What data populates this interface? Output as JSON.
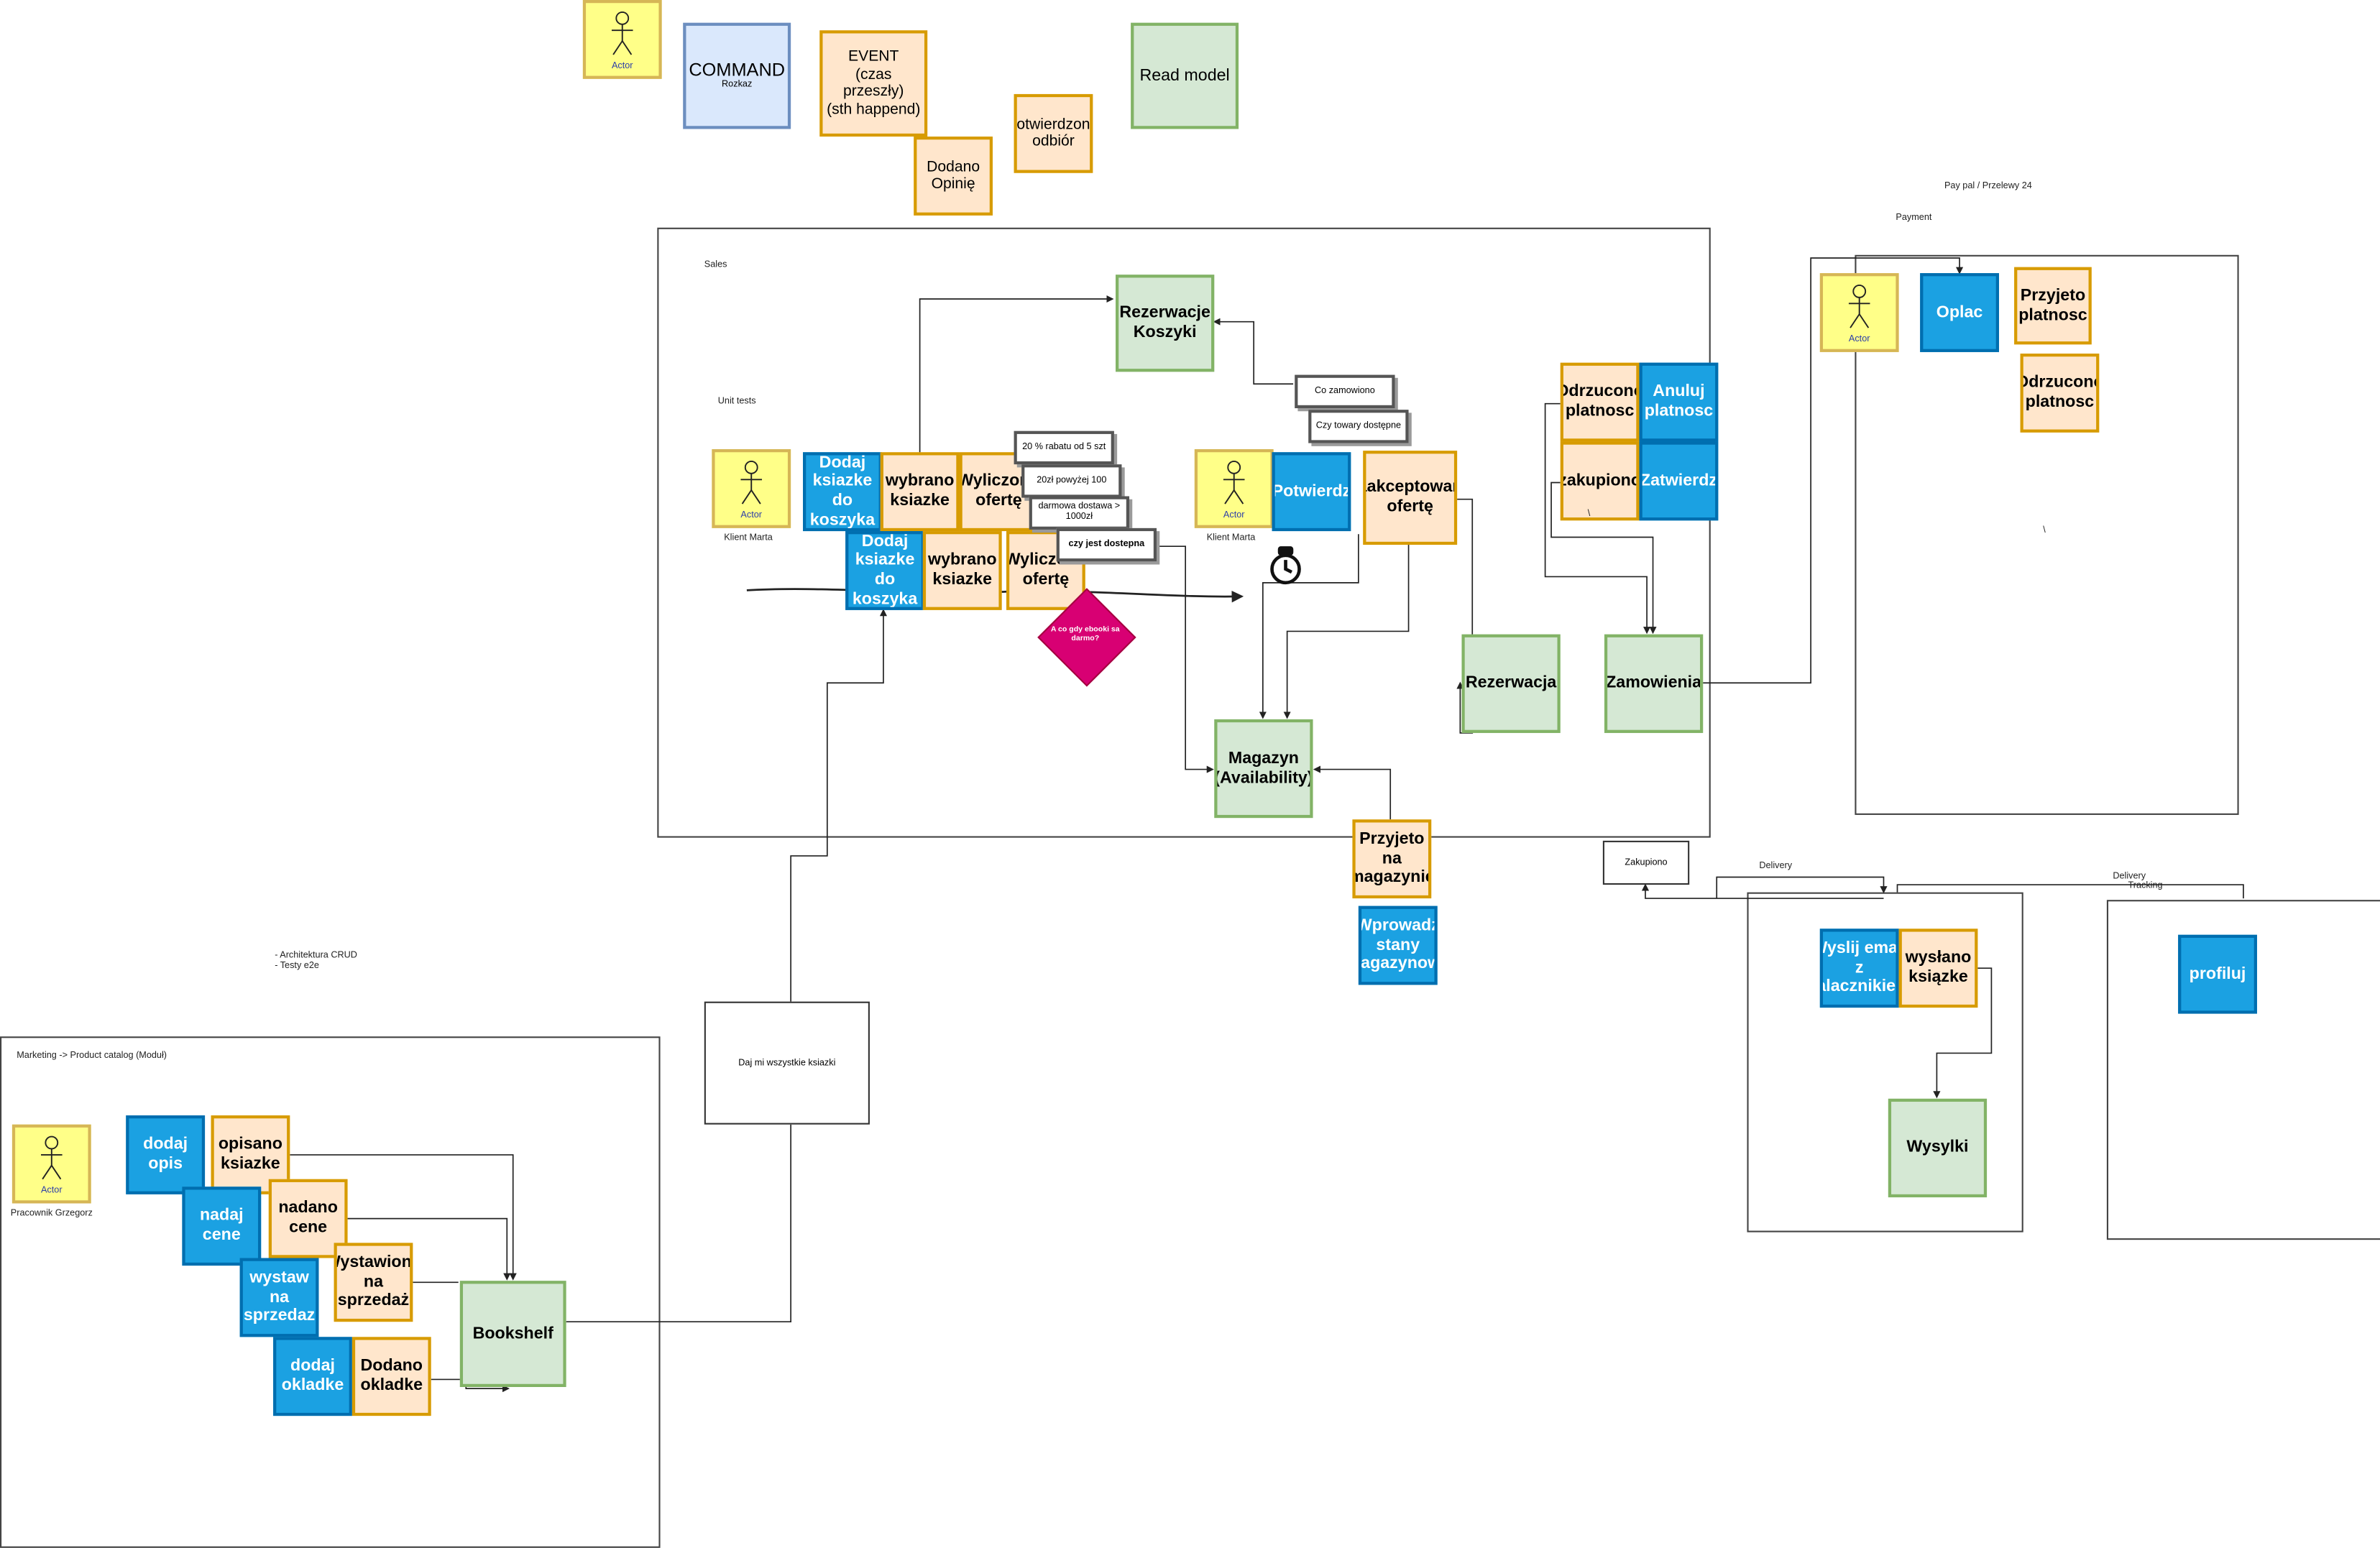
{
  "legend": {
    "actor": "Actor",
    "command": "COMMAND",
    "command_sub": "Rozkaz",
    "event": "EVENT\n(czas\nprzeszły)\n(sth happend)",
    "read_model": "Read model"
  },
  "loose_events": {
    "potwierdzono": "potwierdzono\nodbiór",
    "dodano_opinie": "Dodano\nOpinię"
  },
  "sales": {
    "title": "Sales",
    "unit_tests": "Unit tests",
    "actor_label": "Actor",
    "klient_1": "Klient Marta",
    "klient_2": "Klient Marta",
    "dodaj_1": "Dodaj\nksiazke\ndo\nkoszyka",
    "wybrano_1": "wybrano\nksiazke",
    "wyliczono_1": "Wyliczono\nofertę",
    "dodaj_2": "Dodaj\nksiazke\ndo\nkoszyka",
    "wybrano_2": "wybrano\nksiazke",
    "wyliczono_2": "Wyliczono\nofertę",
    "rule_rabat": "20 % rabatu od 5 szt",
    "rule_20zl": "20zł powyżej 100",
    "rule_dostawa": "darmowa dostawa >\n1000zł",
    "rule_dostepna": "czy jest dostepna",
    "diamond": "A co gdy ebooki sa\ndarmo?",
    "rezerwacje": "Rezerwacje\nKoszyki",
    "co_zamowiono": "Co zamowiono",
    "czy_towary": "Czy towary dostępne",
    "potwierdz": "Potwierdz",
    "zaakceptowano": "Zaakceptowano\nofertę",
    "magazyn": "Magazyn\n(Availability)",
    "rezerwacja": "Rezerwacja",
    "odrzucono": "Odrzucono\nplatnosc",
    "anuluj": "Anuluj\nplatnosc",
    "zakupiono": "zakupiono",
    "zatwierdz": "Zatwierdz",
    "zamowienia": "Zamowienia",
    "backslash": "\\"
  },
  "magazyn_area": {
    "przyjeto": "Przyjeto\nna\nmagazynie",
    "wprowadz": "Wprowadz\nstany\nmagazynowe"
  },
  "payment": {
    "header": "Pay pal / Przelewy 24",
    "title": "Payment",
    "actor_label": "Actor",
    "oplac": "Oplac",
    "przyjeto": "Przyjeto\nplatnosc",
    "odrzucono": "Odrzucono\nplatnosc",
    "backslash": "\\"
  },
  "delivery": {
    "zakupiono_box": "Zakupiono",
    "title": "Delivery",
    "wyslij": "Wyslij email\nz\nzalacznikiem",
    "wyslano": "wysłano\nksiązke",
    "wysylki": "Wysylki"
  },
  "tracking": {
    "title1": "Delivery",
    "title2": "Tracking",
    "profiluj": "profiluj"
  },
  "marketing": {
    "notes": "- Architektura CRUD\n- Testy e2e",
    "title": "Marketing -> Product catalog (Moduł)",
    "actor_label": "Actor",
    "pracownik": "Pracownik Grzegorz",
    "dodaj_opis": "dodaj\nopis",
    "opisano": "opisano\nksiazke",
    "nadaj_cene": "nadaj\ncene",
    "nadano_cene": "nadano\ncene",
    "wystaw": "wystaw\nna\nsprzedaz",
    "wystawiono": "Wystawiono\nna\nsprzedaż",
    "dodaj_okladke": "dodaj\nokladke",
    "dodano_okladke": "Dodano\nokladke",
    "bookshelf": "Bookshelf",
    "query": "Daj mi wszystkie ksiazki"
  },
  "colors": {
    "command": "#1ba1e2",
    "event": "#ffe6cc",
    "read_model": "#d5e8d4",
    "actor": "#ffff88",
    "legend_command": "#dae8fc",
    "decision": "#d80073"
  },
  "icons": {
    "actor": "stick-figure-icon",
    "timer": "stopwatch-icon"
  }
}
